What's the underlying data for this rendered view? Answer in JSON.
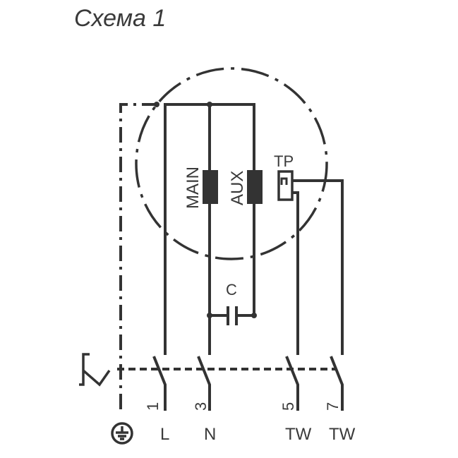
{
  "title": "Схема 1",
  "components": {
    "main_coil": "MAIN",
    "aux_coil": "AUX",
    "thermal_protector": "TP",
    "capacitor": "C"
  },
  "terminals": [
    {
      "number": "1",
      "label": "L"
    },
    {
      "number": "3",
      "label": "N"
    },
    {
      "number": "5",
      "label": "TW"
    },
    {
      "number": "7",
      "label": "TW"
    }
  ],
  "colors": {
    "line": "#333333"
  }
}
